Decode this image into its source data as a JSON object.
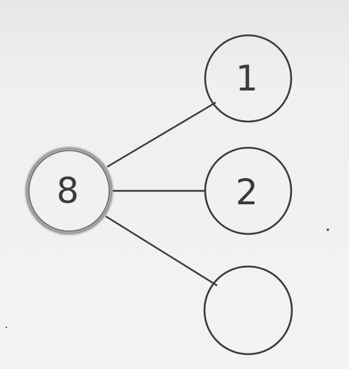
{
  "diagram": {
    "root": {
      "label": "8"
    },
    "children": [
      {
        "label": "1"
      },
      {
        "label": "2"
      },
      {
        "label": ""
      }
    ]
  }
}
